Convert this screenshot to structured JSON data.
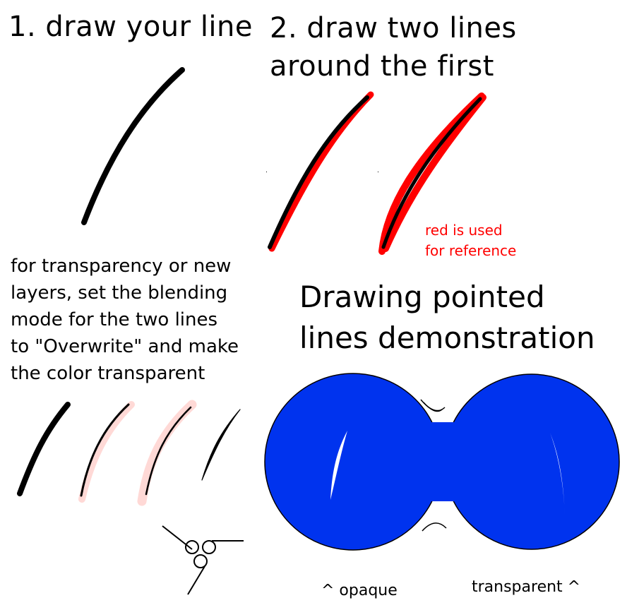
{
  "step1": {
    "label": "1. draw your line"
  },
  "step2": {
    "line1": "2. draw two lines",
    "line2": "around the first"
  },
  "reference_note": {
    "line1": "red is used",
    "line2": "for reference"
  },
  "instructions": {
    "lines": [
      "for transparency or new",
      "layers, set the blending",
      "mode for the two lines",
      "to \"Overwrite\" and make",
      "the color transparent"
    ]
  },
  "title": {
    "line1": "Drawing pointed",
    "line2": "lines demonstration"
  },
  "captions": {
    "opaque": "^ opaque",
    "transparent": "transparent ^"
  },
  "colors": {
    "ink": "#000000",
    "reference_red": "#ff0000",
    "transparent_pink": "#ffd9d6",
    "circle_blue": "#0033ee",
    "highlight": "#ffffff"
  },
  "icons": {
    "logo": "pen-signature-icon"
  }
}
